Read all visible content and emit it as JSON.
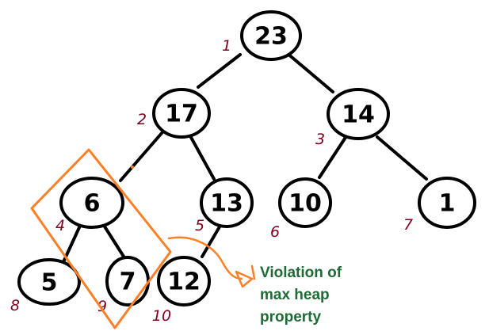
{
  "colors": {
    "node_stroke": "#000000",
    "index_label": "#800020",
    "annotation_box": "#ff7f27",
    "note_text": "#1e6b34"
  },
  "heap": {
    "nodes": [
      {
        "value": "23",
        "index": "1"
      },
      {
        "value": "17",
        "index": "2"
      },
      {
        "value": "14",
        "index": "3"
      },
      {
        "value": "6",
        "index": "4"
      },
      {
        "value": "13",
        "index": "5"
      },
      {
        "value": "10",
        "index": "6"
      },
      {
        "value": "1",
        "index": "7"
      },
      {
        "value": "5",
        "index": "8"
      },
      {
        "value": "7",
        "index": "9"
      },
      {
        "value": "12",
        "index": "10"
      }
    ]
  },
  "annotation": {
    "lines": [
      "Violation of",
      "max heap",
      "property"
    ]
  }
}
